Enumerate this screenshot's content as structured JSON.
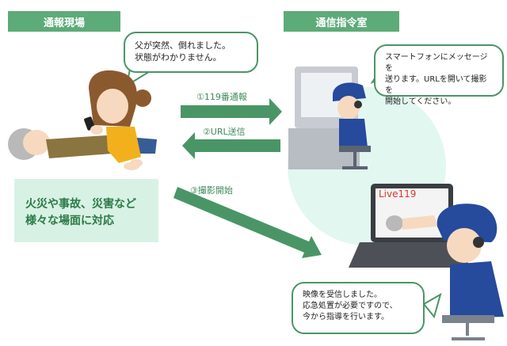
{
  "headers": {
    "left": "通報現場",
    "right": "通信指令室"
  },
  "bubbles": {
    "caller": [
      "父が突然、倒れました。",
      "状態がわかりません。"
    ],
    "dispatcher_top": [
      "スマートフォンにメッセージを",
      "送ります。URLを開いて撮影を",
      "開始してください。"
    ],
    "dispatcher_bottom": [
      "映像を受信しました。",
      "応急処置が必要ですので、",
      "今から指導を行います。"
    ]
  },
  "arrows": {
    "step1": "①119番通報",
    "step2": "②URL送信",
    "step3": "③撮影開始"
  },
  "note": [
    "火災や事故、災害など",
    "様々な場面に対応"
  ],
  "laptop_screen_label": "Live119",
  "colors": {
    "accent_green": "#5dab79",
    "arrow_green": "#4a9566",
    "note_bg": "#d7f2e4",
    "circle_bg": "#e2f7f0",
    "uniform_blue": "#264a9c"
  }
}
